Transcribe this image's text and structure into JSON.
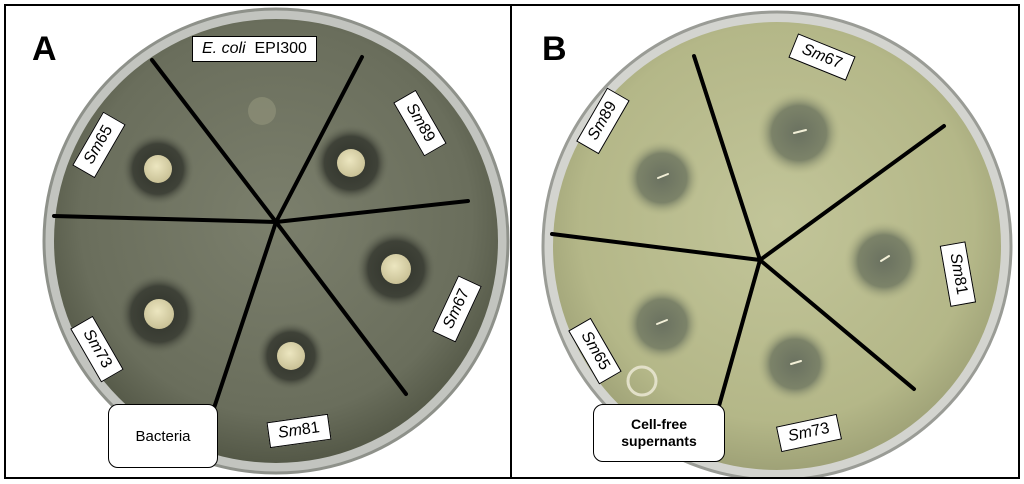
{
  "panel_a": {
    "letter": "A",
    "labels": {
      "ecoli": {
        "italic": "E. coli",
        "rest": "EPI300"
      },
      "sm89": {
        "italic": "Sm",
        "rest": "89"
      },
      "sm65": {
        "italic": "Sm",
        "rest": "65"
      },
      "sm67": {
        "italic": "Sm",
        "rest": "67"
      },
      "sm73": {
        "italic": "Sm",
        "rest": "73"
      },
      "sm81": {
        "italic": "Sm",
        "rest": "81"
      }
    },
    "caption": "Bacteria"
  },
  "panel_b": {
    "letter": "B",
    "labels": {
      "sm67": {
        "italic": "Sm",
        "rest": "67"
      },
      "sm89": {
        "italic": "Sm",
        "rest": "89"
      },
      "sm81": {
        "italic": "Sm",
        "rest": "81"
      },
      "sm65": {
        "italic": "Sm",
        "rest": "65"
      },
      "sm73": {
        "italic": "Sm",
        "rest": "73"
      }
    },
    "caption": "Cell-free supernants"
  },
  "colors": {
    "plate_a_agar": "#6f7462",
    "plate_b_agar": "#b7ba8c",
    "plate_rim": "#b9bbb6",
    "zone_a": "#3e4138",
    "colony_a": "#d9d2a6",
    "zone_b": "#6f7661",
    "line": "#000000"
  }
}
